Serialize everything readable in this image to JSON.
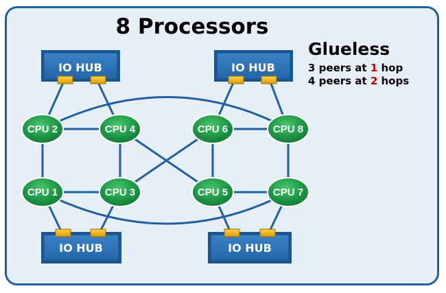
{
  "title": "8 Processors",
  "subtitle": "Glueless",
  "peers": [
    {
      "before": "3 peers at ",
      "num": "1",
      "after": " hop"
    },
    {
      "before": "4 peers at ",
      "num": "2",
      "after": " hops"
    }
  ],
  "cpus": {
    "cpu1": "CPU 1",
    "cpu2": "CPU 2",
    "cpu3": "CPU 3",
    "cpu4": "CPU 4",
    "cpu5": "CPU 5",
    "cpu6": "CPU 6",
    "cpu7": "CPU 7",
    "cpu8": "CPU 8"
  },
  "io_hubs": {
    "top_left": "IO HUB",
    "top_right": "IO HUB",
    "bottom_left": "IO HUB",
    "bottom_right": "IO HUB"
  },
  "colors": {
    "frame": "#1f5fa0",
    "background": "#e6eef6",
    "link": "#1f5fa0",
    "cpu_fill": "#1f9a48",
    "hub_fill": "#2d72b8",
    "port_fill": "#f0b400",
    "highlight_number": "#c00000"
  }
}
